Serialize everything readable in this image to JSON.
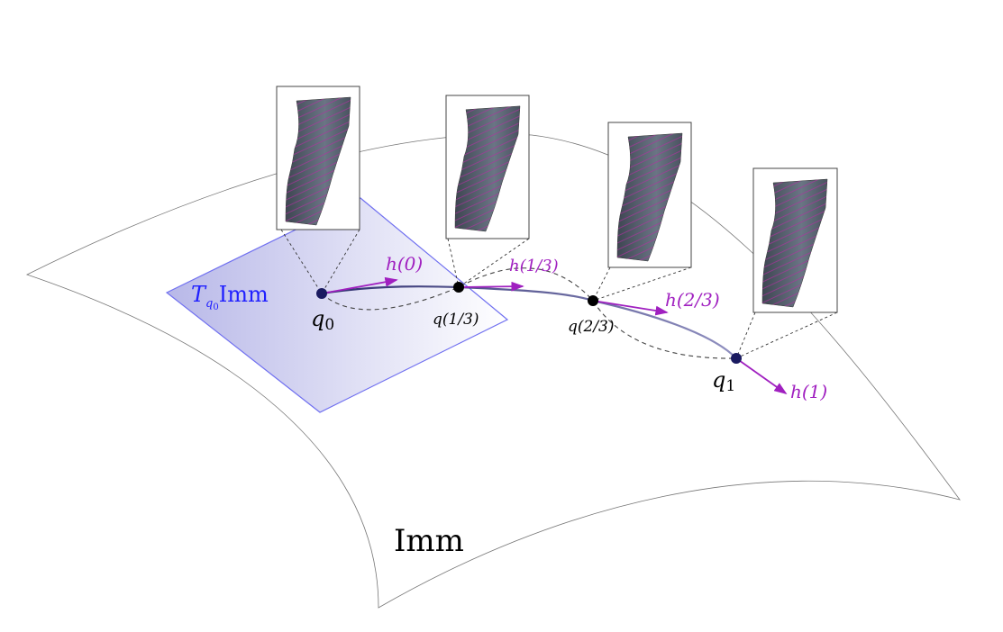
{
  "manifold_label": "Imm",
  "tangent_space": {
    "symbol": "T",
    "subscript": "q",
    "subsubscript": "0",
    "space": "Imm"
  },
  "points": [
    {
      "name": "q0",
      "label_main": "q",
      "label_sub": "0"
    },
    {
      "name": "q(1/3)",
      "label_main": "q(1/3)"
    },
    {
      "name": "q(2/3)",
      "label_main": "q(2/3)"
    },
    {
      "name": "q1",
      "label_main": "q",
      "label_sub": "1"
    }
  ],
  "vectors": [
    {
      "label": "h(0)"
    },
    {
      "label": "h(1/3)"
    },
    {
      "label": "h(2/3)"
    },
    {
      "label": "h(1)"
    }
  ],
  "colors": {
    "vector": "#a020c0",
    "tangent_plane": "#7070f0",
    "tangent_label": "#2020ff",
    "point": "#1a1a60",
    "shape_fill": "#56606e"
  }
}
